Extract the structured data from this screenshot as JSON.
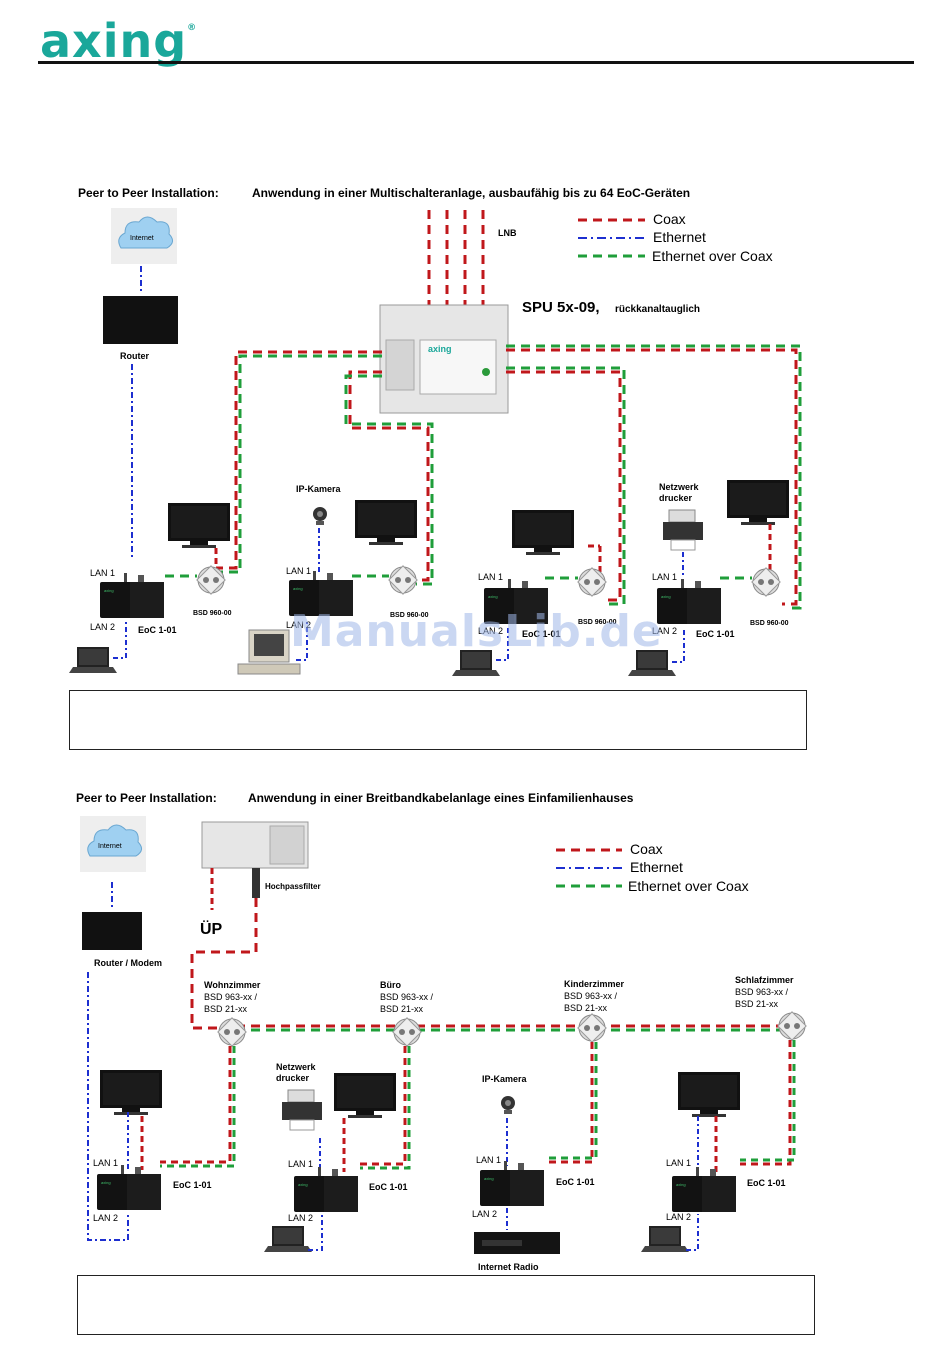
{
  "header": {
    "logo_text": "axing",
    "registered_mark": "®"
  },
  "diagram1": {
    "title_prefix": "Peer to Peer Installation:",
    "title_main": "Anwendung in einer Multischalteranlage, ausbaufähig bis zu 64 EoC-Geräten",
    "legend": {
      "coax": "Coax",
      "ethernet": "Ethernet",
      "eoc": "Ethernet over Coax"
    },
    "lnb_label": "LNB",
    "spu_name": "SPU 5x-09,",
    "spu_suffix": "rückkanaltauglich",
    "spu_brand": "axing",
    "internet_label": "Internet",
    "router_label": "Router",
    "ipcam_label": "IP-Kamera",
    "printer_label_1": "Netzwerk",
    "printer_label_2": "drucker",
    "lan1": "LAN 1",
    "lan2": "LAN 2",
    "eoc_label": "EoC 1-01",
    "bsd_label": "BSD 960-00"
  },
  "diagram2": {
    "title_prefix": "Peer to Peer  Installation:",
    "title_main": "Anwendung in einer Breitbandkabelanlage  eines Einfamilienhauses",
    "legend": {
      "coax": "Coax",
      "ethernet": "Ethernet",
      "eoc": "Ethernet over Coax"
    },
    "internet_label": "Internet",
    "router_label": "Router / Modem",
    "up_label": "ÜP",
    "hpf_label": "Hochpassfilter",
    "rooms": {
      "wohn": "Wohnzimmer",
      "buero": "Büro",
      "kinder": "Kinderzimmer",
      "schlaf": "Schlafzimmer"
    },
    "bsd_line1": "BSD 963-xx /",
    "bsd_line2": "BSD 21-xx",
    "printer_label_1": "Netzwerk",
    "printer_label_2": "drucker",
    "ipcam_label": "IP-Kamera",
    "lan1": "LAN 1",
    "lan2": "LAN 2",
    "eoc_label": "EoC 1-01",
    "radio_label": "Internet Radio"
  },
  "watermark": "ManualsLib.de",
  "colors": {
    "coax": "#c0171b",
    "ethernet": "#1d2fd0",
    "eoc": "#1f9e3a",
    "logo": "#1aa79a"
  }
}
